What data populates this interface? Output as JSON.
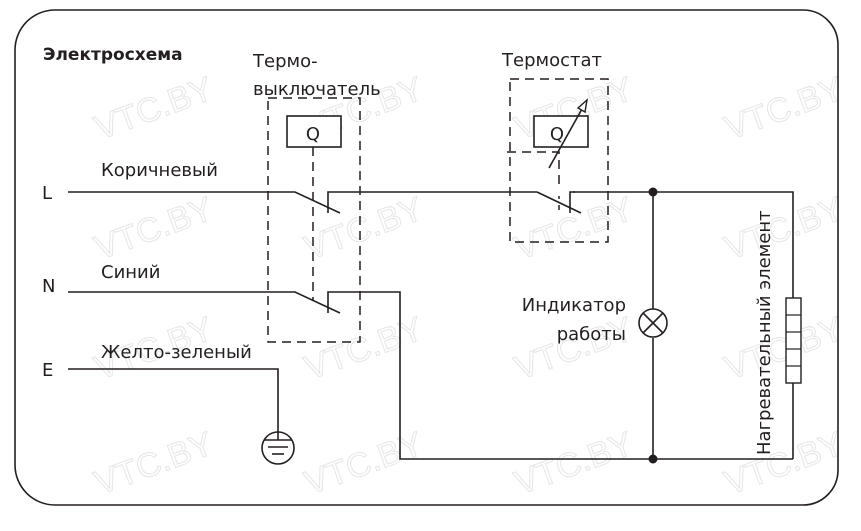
{
  "title": "Электросхема",
  "watermark": "VTC.BY",
  "terminals": {
    "L": "L",
    "N": "N",
    "E": "E"
  },
  "wires": {
    "brown": "Коричневый",
    "blue": "Синий",
    "yellow_green": "Желто-зеленый"
  },
  "thermal_cutoff": {
    "label_line1": "Термо-",
    "label_line2": "выключатель",
    "symbol": "Q"
  },
  "thermostat": {
    "label": "Термостат",
    "symbol": "Q"
  },
  "indicator": {
    "label_line1": "Индикатор",
    "label_line2": "работы"
  },
  "heater": {
    "label": "Нагревательный элемент"
  },
  "colors": {
    "line": "#231f20",
    "watermark": "#e6e6e6",
    "background": "#ffffff"
  }
}
